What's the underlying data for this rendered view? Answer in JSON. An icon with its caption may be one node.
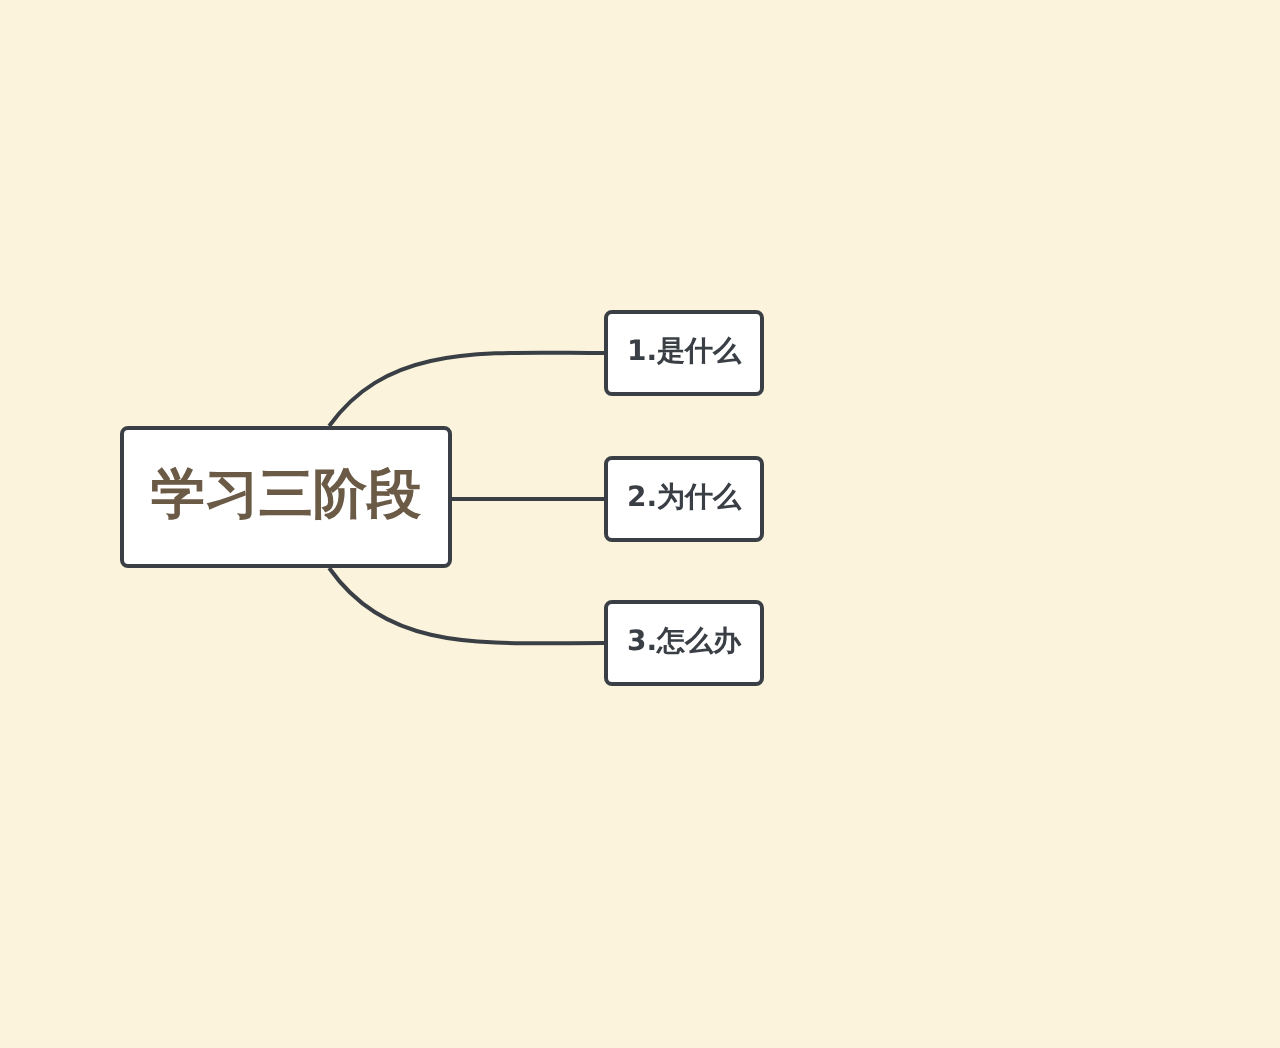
{
  "diagram": {
    "nodes": [
      {
        "text": [
          "学习三阶段"
        ]
      },
      {
        "text": [
          "1.是什么"
        ]
      },
      {
        "text": [
          "2.为什么"
        ]
      },
      {
        "text": [
          "3.怎么办"
        ]
      }
    ],
    "edges": [
      {
        "from": 0,
        "to": 1,
        "arrow": "none"
      },
      {
        "from": 0,
        "to": 2,
        "arrow": "none"
      },
      {
        "from": 0,
        "to": 3,
        "arrow": "none"
      }
    ]
  }
}
